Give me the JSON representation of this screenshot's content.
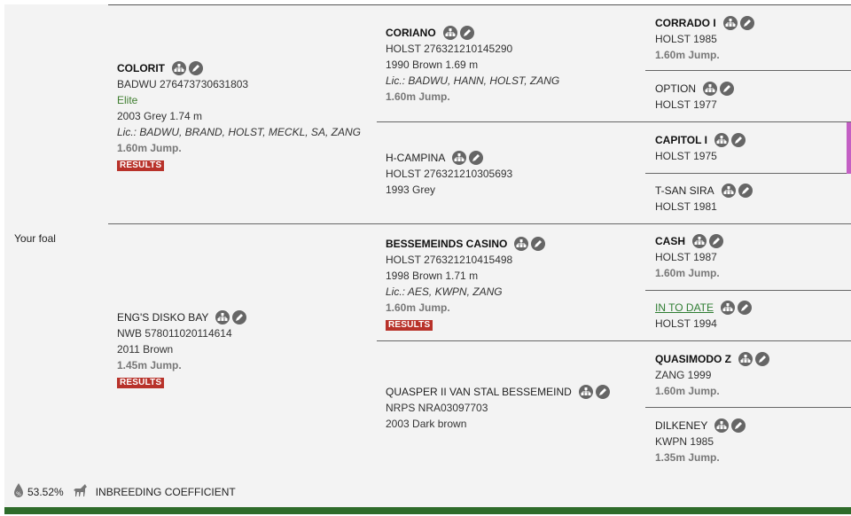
{
  "subject": {
    "label": "Your foal"
  },
  "sire": {
    "name": "COLORIT",
    "reg": "BADWU 276473730631803",
    "status": "Elite",
    "info": "2003 Grey 1.74 m",
    "lic": "Lic.: BADWU, BRAND, HOLST, MECKL, SA, ZANG",
    "perf": "1.60m Jump.",
    "results": "RESULTS"
  },
  "dam": {
    "name": "ENG'S DISKO BAY",
    "reg": "NWB 578011020114614",
    "info": "2011 Brown",
    "perf": "1.45m Jump.",
    "results": "RESULTS"
  },
  "ss": {
    "name": "CORIANO",
    "reg": "HOLST 276321210145290",
    "info": "1990 Brown 1.69 m",
    "lic": "Lic.: BADWU, HANN, HOLST, ZANG",
    "perf": "1.60m Jump."
  },
  "sd": {
    "name": "H-CAMPINA",
    "reg": "HOLST 276321210305693",
    "info": "1993 Grey"
  },
  "ds": {
    "name": "BESSEMEINDS CASINO",
    "reg": "HOLST 276321210415498",
    "info": "1998 Brown 1.71 m",
    "lic": "Lic.: AES, KWPN, ZANG",
    "perf": "1.60m Jump.",
    "results": "RESULTS"
  },
  "dd": {
    "name": "QUASPER II VAN STAL BESSEMEIND",
    "reg": "NRPS NRA03097703",
    "info": "2003 Dark brown"
  },
  "g1": {
    "name": "CORRADO I",
    "reg": "HOLST 1985",
    "perf": "1.60m Jump."
  },
  "g2": {
    "name": "OPTION",
    "reg": "HOLST 1977"
  },
  "g3": {
    "name": "CAPITOL I",
    "reg": "HOLST 1975"
  },
  "g4": {
    "name": "T-SAN SIRA",
    "reg": "HOLST 1981"
  },
  "g5": {
    "name": "CASH",
    "reg": "HOLST 1987",
    "perf": "1.60m Jump."
  },
  "g6": {
    "name": "IN TO DATE",
    "reg": "HOLST 1994"
  },
  "g7": {
    "name": "QUASIMODO Z",
    "reg": "ZANG 1999",
    "perf": "1.60m Jump."
  },
  "g8": {
    "name": "DILKENEY",
    "reg": "KWPN 1985",
    "perf": "1.35m Jump."
  },
  "footer": {
    "percent": "53.52%",
    "label": "INBREEDING COEFFICIENT"
  },
  "icons": {
    "pedigree": "pedigree-icon",
    "edit": "pencil-icon",
    "drop": "drop-percent-icon",
    "horse": "horse-icon"
  },
  "colors": {
    "results": "#b8322a",
    "link": "#2e7d32",
    "elite": "#3e7d2e",
    "highlight": "#c35fc4",
    "bottom_bar": "#2e6b2a"
  }
}
